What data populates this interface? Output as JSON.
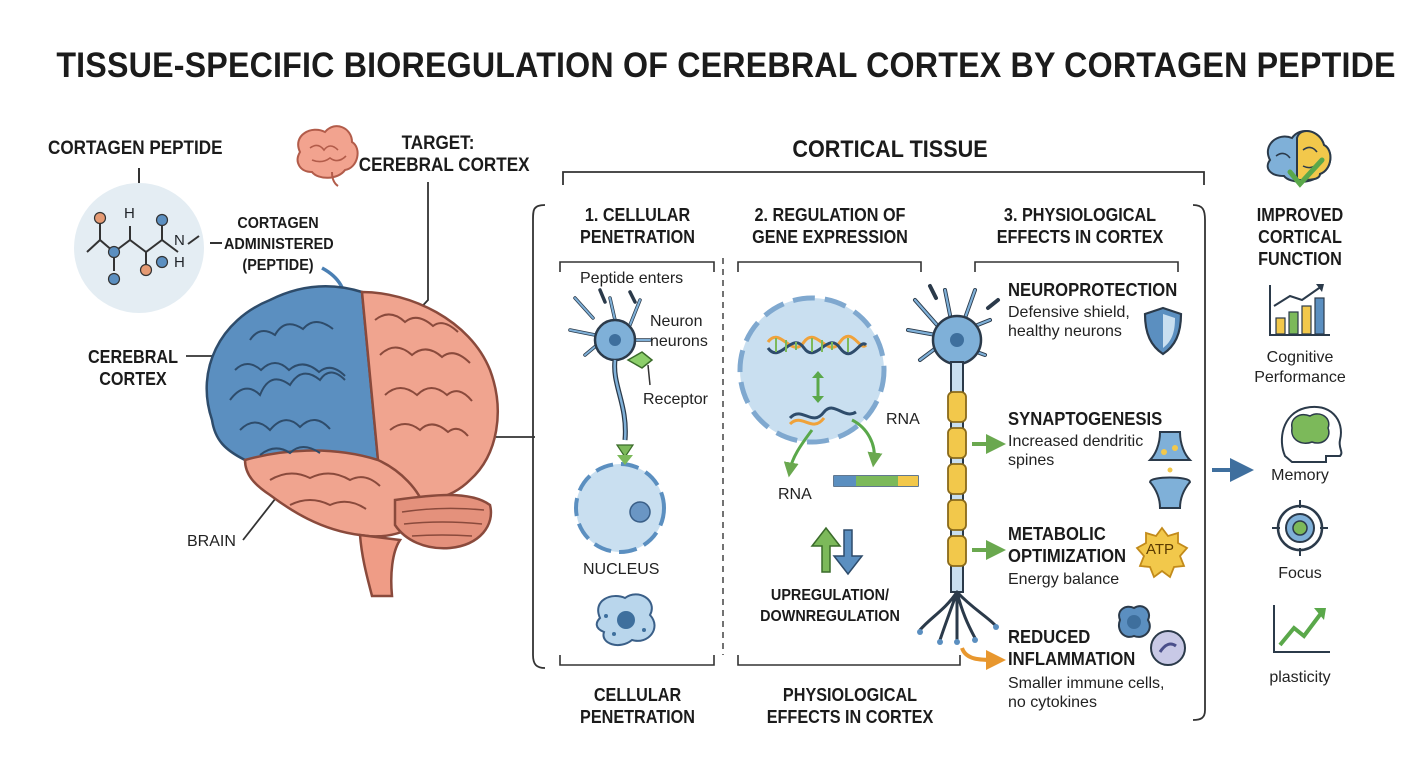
{
  "title": "TISSUE-SPECIFIC BIOREGULATION OF CEREBRAL CORTEX BY CORTAGEN PEPTIDE",
  "left": {
    "peptide_heading": "CORTAGEN PEPTIDE",
    "molecule_atoms": {
      "h_top": "H",
      "n": "N",
      "h_n": "H"
    },
    "administered_label": "CORTAGEN\nADMINISTERED\n(PEPTIDE)",
    "target_label": "TARGET:\nCEREBRAL CORTEX",
    "cortex_label": "CEREBRAL\nCORTEX",
    "brain_label": "BRAIN"
  },
  "cortical_tissue_heading": "CORTICAL TISSUE",
  "panel1": {
    "heading": "1. CELLULAR\nPENETRATION",
    "peptide_enters": "Peptide enters",
    "neuron_label": "Neuron\nneurons",
    "receptor_label": "Receptor",
    "nucleus_label": "NUCLEUS",
    "footer": "CELLULAR\nPENETRATION"
  },
  "panel2": {
    "heading": "2. REGULATION OF\nGENE EXPRESSION",
    "rna_right": "RNA",
    "rna_left": "RNA",
    "regulation_label": "UPREGULATION/\nDOWNREGULATION",
    "footer": "PHYSIOLOGICAL\nEFFECTS IN CORTEX"
  },
  "panel3": {
    "heading": "3. PHYSIOLOGICAL\nEFFECTS IN CORTEX",
    "effects": [
      {
        "title": "NEUROPROTECTION",
        "desc": "Defensive shield,\nhealthy neurons"
      },
      {
        "title": "SYNAPTOGENESIS",
        "desc": "Increased dendritic\nspines"
      },
      {
        "title": "METABOLIC\nOPTIMIZATION",
        "desc": "Energy balance"
      },
      {
        "title": "REDUCED\nINFLAMMATION",
        "desc": "Smaller immune cells,\nno cytokines"
      }
    ],
    "atp_label": "ATP"
  },
  "outcomes": {
    "heading": "IMPROVED\nCORTICAL\nFUNCTION",
    "items": [
      "Cognitive\nPerformance",
      "Memory",
      "Focus",
      "plasticity"
    ]
  },
  "colors": {
    "blue": "#5b8fc0",
    "light_blue": "#c9dff0",
    "salmon": "#f0a48f",
    "green": "#7cb95a",
    "yellow": "#f2c84b",
    "orange": "#f0a23a",
    "dark": "#2b3a4a"
  }
}
